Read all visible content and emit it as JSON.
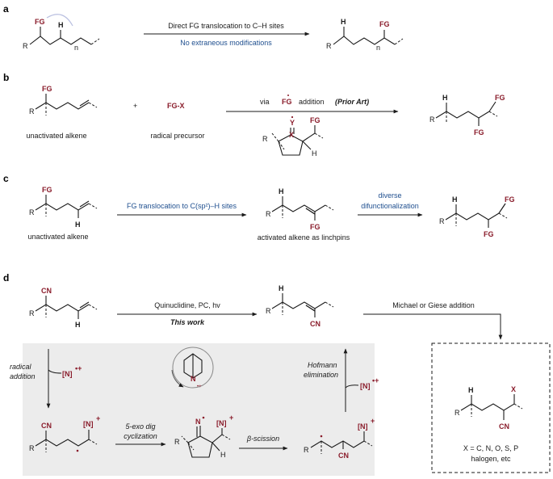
{
  "panels": {
    "a": {
      "label": "a",
      "arrow_top": "Direct FG translocation to C–H sites",
      "arrow_bottom": "No extraneous modifications",
      "atoms": {
        "fg1": "FG",
        "h1": "H",
        "r1": "R",
        "n1": "n",
        "h2": "H",
        "fg2": "FG",
        "r2": "R",
        "n2": "n"
      }
    },
    "b": {
      "label": "b",
      "plus": "+",
      "reagent": "FG-X",
      "via": "via",
      "fg_dot": "FG",
      "addition": "addition",
      "prior_art": "(Prior Art)",
      "caption_left": "unactivated alkene",
      "caption_mid": "radical precursor",
      "atoms": {
        "fg_start": "FG",
        "r_start": "R",
        "y": "Y",
        "x": "X",
        "r_int": "R",
        "fg_int": "FG",
        "h_int": "H",
        "h_prod": "H",
        "r_prod": "R",
        "fg_prod1": "FG",
        "fg_prod2": "FG"
      }
    },
    "c": {
      "label": "c",
      "arrow1": "FG translocation to C(sp²)–H sites",
      "arrow2_line1": "diverse",
      "arrow2_line2": "difunctionalization",
      "caption_left": "unactivated alkene",
      "caption_mid": "activated alkene as linchpins",
      "atoms": {
        "fg_start": "FG",
        "r_start": "R",
        "h_start": "H",
        "h_mid": "H",
        "r_mid": "R",
        "fg_mid": "FG",
        "h_prod": "H",
        "r_prod": "R",
        "fg_prod1": "FG",
        "fg_prod2": "FG"
      }
    },
    "d": {
      "label": "d",
      "arrow_top": "Quinuclidine, PC, hv",
      "arrow_bottom": "This work",
      "arrow_right": "Michael or Giese addition",
      "radical_addition_1": "radical",
      "radical_addition_2": "addition",
      "n_radical_cation": "[N]",
      "charge_radical_cation": "•+",
      "n_plus": "[N]",
      "charge_plus": "+",
      "cyclization_1": "5-exo dig",
      "cyclization_2": "cyclization",
      "beta_scission": "β-scission",
      "hofmann_1": "Hofmann",
      "hofmann_2": "elimination",
      "product_x_line1": "X = C, N, O, S, P",
      "product_x_line2": "halogen, etc",
      "atoms": {
        "cn_start": "CN",
        "r_start": "R",
        "h_start": "H",
        "h_mid": "H",
        "r_mid": "R",
        "cn_mid": "CN",
        "cn_int1": "CN",
        "r_int1": "R",
        "n_cyc": "N",
        "r_cyc": "R",
        "h_cyc": "H",
        "r_int3": "R",
        "cn_int3": "CN",
        "h_box": "H",
        "r_box": "R",
        "cn_box": "CN",
        "x_box": "X"
      }
    }
  },
  "colors": {
    "accent_red": "#8a1c2b",
    "accent_blue": "#1f4f8f",
    "highlight": "#b9bfe0",
    "grey_box": "#ececec"
  }
}
